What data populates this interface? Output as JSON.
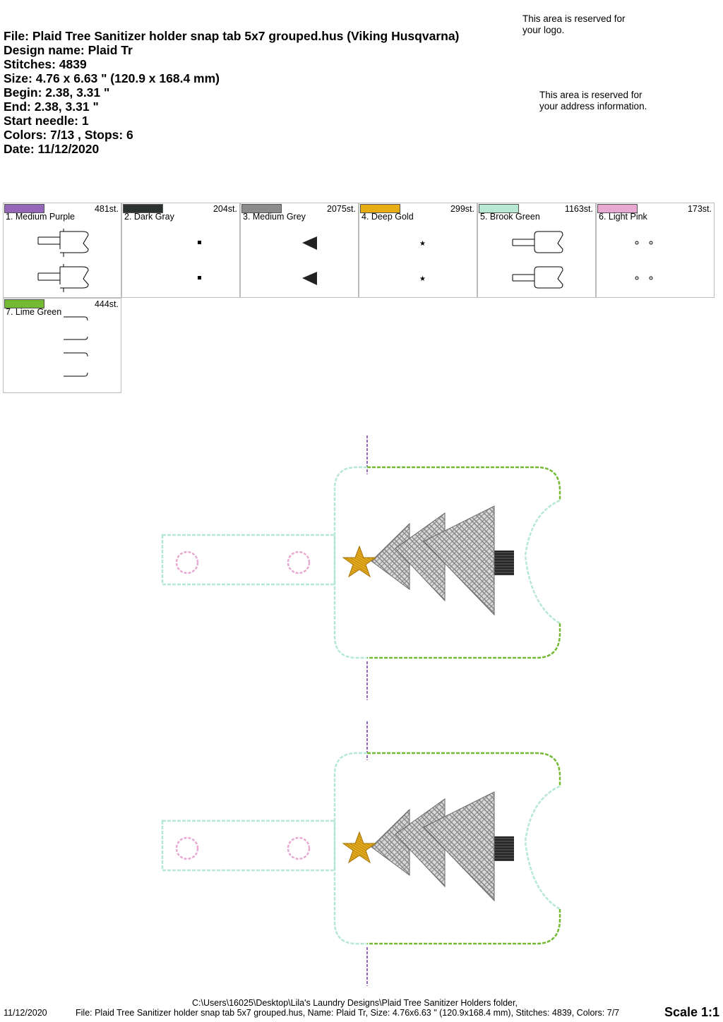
{
  "header": {
    "file": "File: Plaid Tree Sanitizer holder snap tab 5x7 grouped.hus  (Viking Husqvarna)",
    "design_name": "Design name: Plaid Tr",
    "stitches": "Stitches: 4839",
    "size": "Size: 4.76 x 6.63 \" (120.9 x 168.4 mm)",
    "begin": "Begin: 2.38, 3.31 \"",
    "end": "End: 2.38, 3.31 \"",
    "start_needle": "Start needle: 1",
    "colors": "Colors: 7/13 , Stops: 6",
    "date": "Date: 11/12/2020"
  },
  "logo_note": [
    "This area is reserved for",
    "your logo."
  ],
  "address_note": [
    "This area is reserved for",
    "your address information."
  ],
  "colors": [
    {
      "label": "1. Medium Purple",
      "stitches": "481st.",
      "hex": "#9467b8",
      "icon": "outline-holder"
    },
    {
      "label": "2. Dark Gray",
      "stitches": "204st.",
      "hex": "#2c3232",
      "icon": "small-square"
    },
    {
      "label": "3. Medium Grey",
      "stitches": "2075st.",
      "hex": "#8b8b8b",
      "icon": "tree-fill"
    },
    {
      "label": "4. Deep Gold",
      "stitches": "299st.",
      "hex": "#e8ad12",
      "icon": "star"
    },
    {
      "label": "5. Brook Green",
      "stitches": "1163st.",
      "hex": "#b7e8d4",
      "icon": "outline-holder-full"
    },
    {
      "label": "6. Light Pink",
      "stitches": "173st.",
      "hex": "#e7a8d2",
      "icon": "snap-circles"
    },
    {
      "label": "7. Lime Green",
      "stitches": "444st.",
      "hex": "#74b933",
      "icon": "right-edges"
    }
  ],
  "footer": {
    "date": "11/12/2020",
    "path": "C:\\Users\\16025\\Desktop\\Lila's Laundry Designs\\Plaid Tree Sanitizer Holders folder,",
    "summary": "File: Plaid Tree Sanitizer holder snap tab 5x7 grouped.hus, Name: Plaid Tr, Size: 4.76x6.63 \" (120.9x168.4 mm), Stitches: 4839, Colors: 7/7",
    "scale": "Scale 1:1"
  }
}
